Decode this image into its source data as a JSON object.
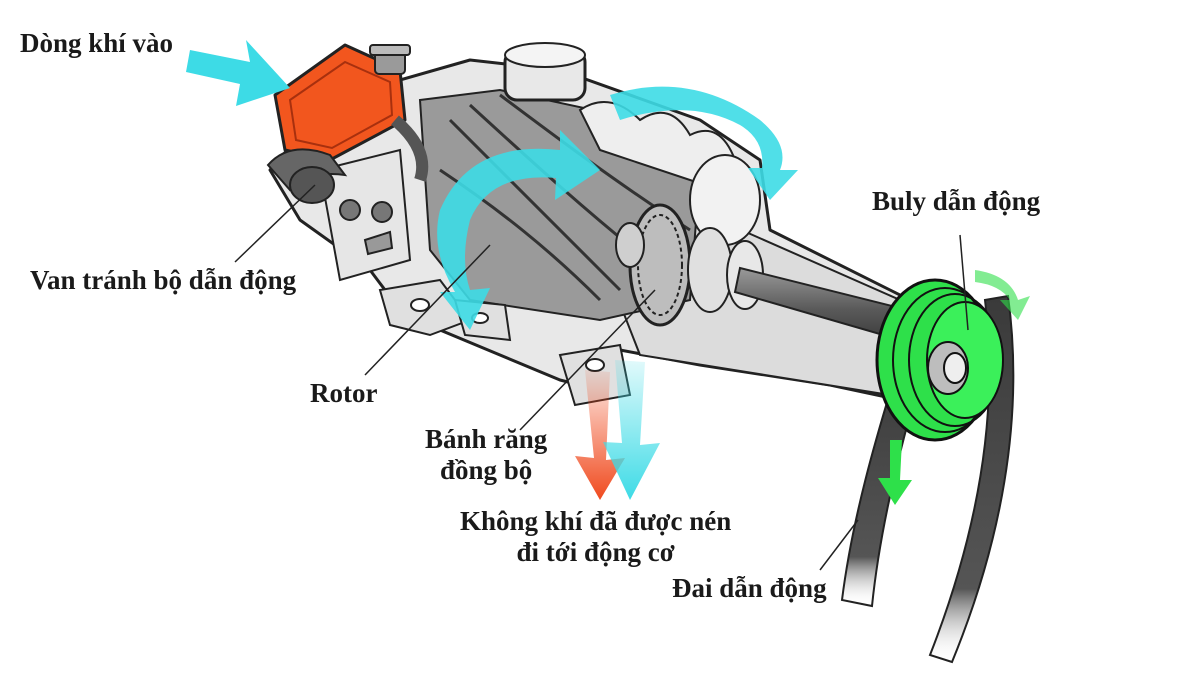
{
  "labels": {
    "air_in": "Dòng khí vào",
    "bypass_valve": "Van tránh bộ dẫn động",
    "rotor": "Rotor",
    "timing_gear_line1": "Bánh răng",
    "timing_gear_line2": "đồng bộ",
    "compressed_air_line1": "Không khí đã được nén",
    "compressed_air_line2": "đi tới động cơ",
    "drive_pulley": "Buly dẫn động",
    "drive_belt": "Đai dẫn động"
  },
  "colors": {
    "air_flow": "#3ddbe6",
    "hot_air": "#f04a1e",
    "intake_cover": "#f2561e",
    "pulley": "#2ee04a",
    "housing": "#e6e6e6",
    "outline": "#222222"
  }
}
